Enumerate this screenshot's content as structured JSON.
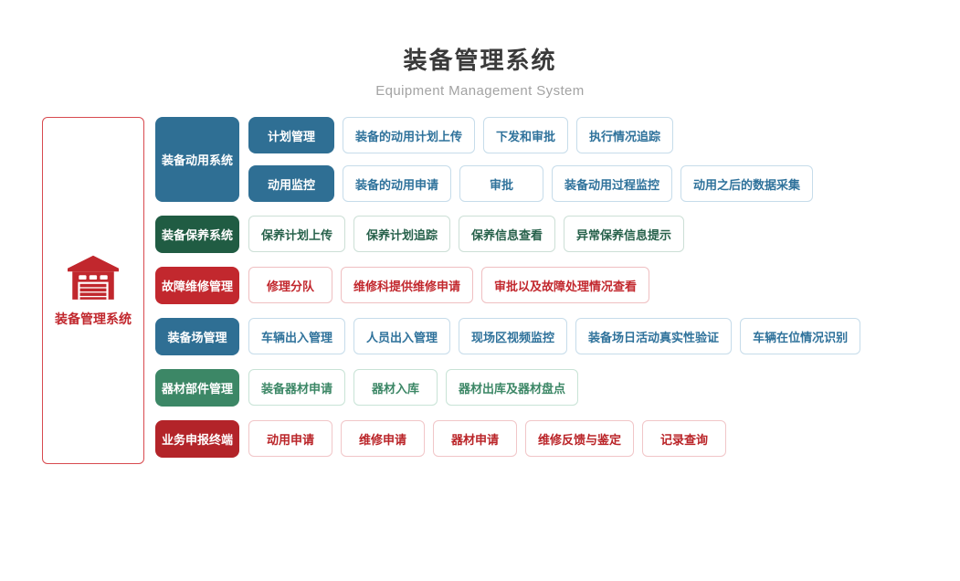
{
  "header": {
    "title": "装备管理系统",
    "subtitle": "Equipment Management System"
  },
  "diagram": {
    "root": {
      "label": "装备管理系统",
      "icon": "garage-icon",
      "color": "#c1272d",
      "border_color": "#d84a4f"
    },
    "groups": [
      {
        "id": "equipment-mobilization-system",
        "label": "装备动用系统",
        "theme": "blue",
        "rows": [
          {
            "id": "plan-management",
            "label": "计划管理",
            "items": [
              "装备的动用计划上传",
              "下发和审批",
              "执行情况追踪"
            ]
          },
          {
            "id": "mobilization-monitoring",
            "label": "动用监控",
            "items": [
              "装备的动用申请",
              "审批",
              "装备动用过程监控",
              "动用之后的数据采集"
            ]
          }
        ]
      },
      {
        "id": "equipment-maintenance-system",
        "label": "装备保养系统",
        "theme": "dark-green",
        "items": [
          "保养计划上传",
          "保养计划追踪",
          "保养信息查看",
          "异常保养信息提示"
        ]
      },
      {
        "id": "fault-repair-management",
        "label": "故障维修管理",
        "theme": "red",
        "items": [
          "修理分队",
          "维修科提供维修申请",
          "审批以及故障处理情况查看"
        ]
      },
      {
        "id": "equipment-yard-management",
        "label": "装备场管理",
        "theme": "blue",
        "items": [
          "车辆出入管理",
          "人员出入管理",
          "现场区视频监控",
          "装备场日活动真实性验证",
          "车辆在位情况识别"
        ]
      },
      {
        "id": "material-parts-management",
        "label": "器材部件管理",
        "theme": "green",
        "items": [
          "装备器材申请",
          "器材入库",
          "器材出库及器材盘点"
        ]
      },
      {
        "id": "business-application-terminal",
        "label": "业务申报终端",
        "theme": "dark-red",
        "items": [
          "动用申请",
          "维修申请",
          "器材申请",
          "维修反馈与鉴定",
          "记录查询"
        ]
      }
    ],
    "themes": {
      "blue": {
        "fill": "#2f6f94",
        "text": "#2f729b",
        "border": "#c6dcea"
      },
      "dark-green": {
        "fill": "#205c43",
        "text": "#27614b",
        "border": "#ccdfd6"
      },
      "red": {
        "fill": "#c2282e",
        "text": "#c2282e",
        "border": "#efbfc1"
      },
      "green": {
        "fill": "#3c8766",
        "text": "#3c8766",
        "border": "#c8e3d6"
      },
      "dark-red": {
        "fill": "#b32429",
        "text": "#ba2428",
        "border": "#f1c6c8"
      }
    }
  }
}
